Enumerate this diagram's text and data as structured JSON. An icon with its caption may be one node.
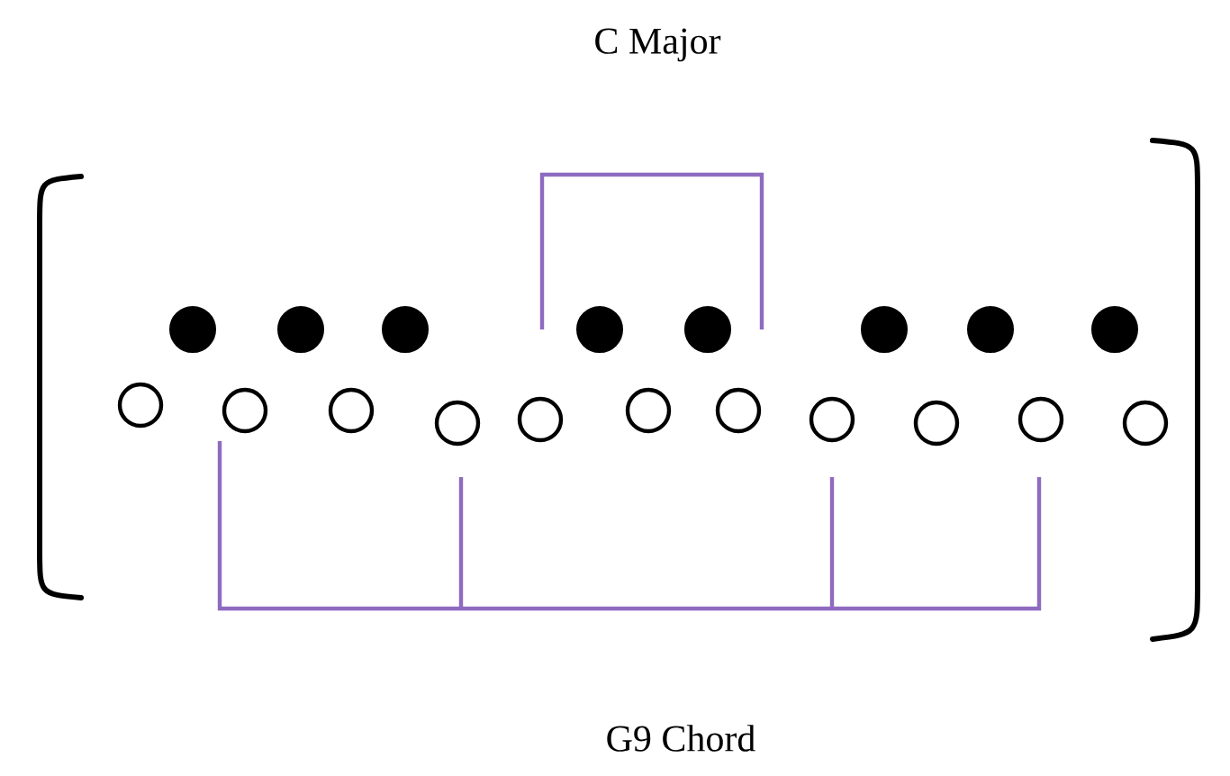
{
  "diagram": {
    "nodes": [
      {
        "text": [],
        "shape": "dot"
      },
      {
        "text": [],
        "shape": "dot"
      },
      {
        "text": [],
        "shape": "dot"
      },
      {
        "text": [],
        "shape": "dot"
      },
      {
        "text": [],
        "shape": "dot"
      },
      {
        "text": [],
        "shape": "dot"
      },
      {
        "text": [],
        "shape": "dot"
      },
      {
        "text": [],
        "shape": "dot"
      },
      {
        "text": [],
        "shape": "circle"
      },
      {
        "text": [],
        "shape": "circle"
      },
      {
        "text": [],
        "shape": "circle"
      },
      {
        "text": [],
        "shape": "circle"
      },
      {
        "text": [],
        "shape": "circle"
      },
      {
        "text": [],
        "shape": "circle"
      },
      {
        "text": [],
        "shape": "circle"
      },
      {
        "text": [],
        "shape": "circle"
      },
      {
        "text": [],
        "shape": "circle"
      },
      {
        "text": [],
        "shape": "circle"
      },
      {
        "text": [],
        "shape": "circle"
      }
    ],
    "labels": [
      "C Major",
      "G9 Chord"
    ]
  }
}
